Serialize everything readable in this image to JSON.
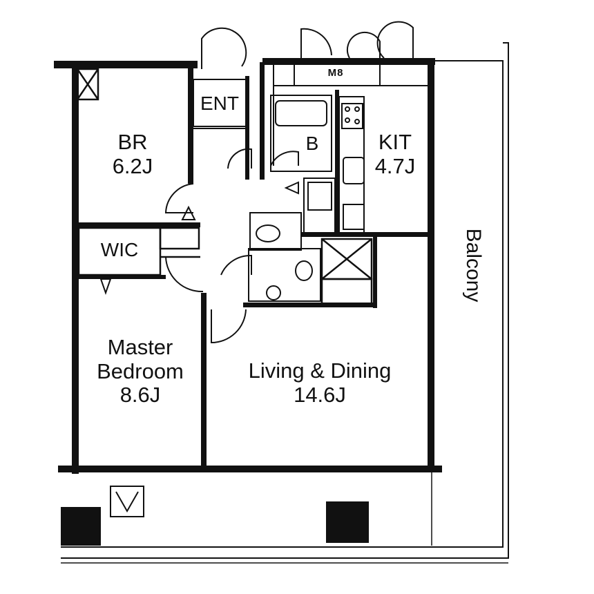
{
  "rooms": {
    "br": {
      "name": "BR",
      "area": "6.2J"
    },
    "kit": {
      "name": "KIT",
      "area": "4.7J"
    },
    "master": {
      "name_line1": "Master",
      "name_line2": "Bedroom",
      "area": "8.6J"
    },
    "living": {
      "name": "Living & Dining",
      "area": "14.6J"
    },
    "wic": {
      "name": "WIC"
    },
    "entrance": {
      "name": "ENT"
    },
    "bath": {
      "name": "B"
    },
    "storage": {
      "name": "M8"
    },
    "balcony": {
      "name": "Balcony"
    }
  },
  "colors": {
    "wall": "#111111",
    "background": "#ffffff"
  }
}
